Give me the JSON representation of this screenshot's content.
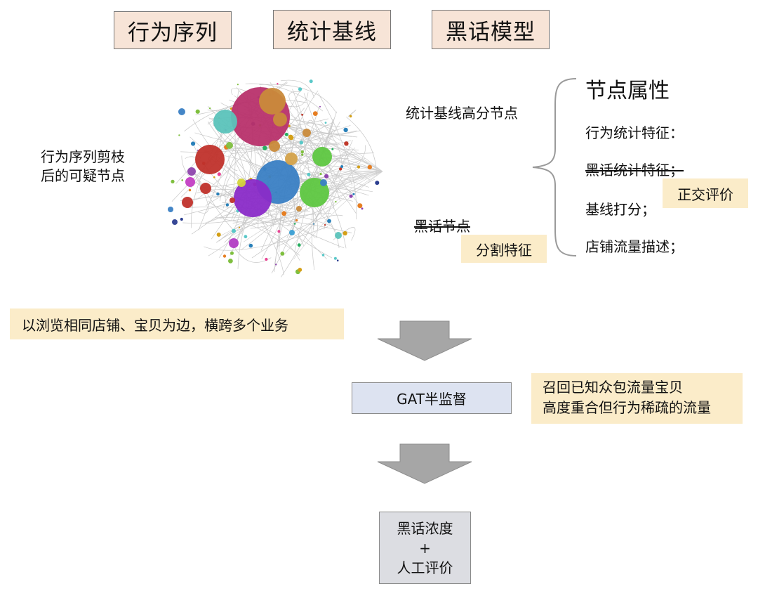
{
  "top_tags": {
    "behavior_sequence": "行为序列",
    "stat_baseline": "统计基线",
    "slang_model": "黑话模型"
  },
  "graph_labels": {
    "pruned_suspicious_line1": "行为序列剪枝",
    "pruned_suspicious_line2": "后的可疑节点",
    "baseline_high_score": "统计基线高分节点",
    "slang_nodes": "黑话节点",
    "split_features": "分割特征"
  },
  "node_attributes": {
    "title": "节点属性",
    "items": [
      "行为统计特征：",
      "黑话统计特征；",
      "基线打分；",
      "店铺流量描述；"
    ],
    "orthogonal_eval": "正交评价"
  },
  "edge_note": "以浏览相同店铺、宝贝为边，横跨多个业务",
  "gat_box": "GAT半监督",
  "recall_note": {
    "line1": "召回已知众包流量宝贝",
    "line2": "高度重合但行为稀疏的流量"
  },
  "final_box": {
    "line1": "黑话浓度",
    "line2": "+",
    "line3": "人工评价"
  },
  "colors": {
    "tag_bg": "#f7e4d7",
    "note_bg": "#fbecc9",
    "process_box_bg": "#dde3f1",
    "final_box_bg": "#dcdde2",
    "arrow": "#a6a6a6"
  }
}
